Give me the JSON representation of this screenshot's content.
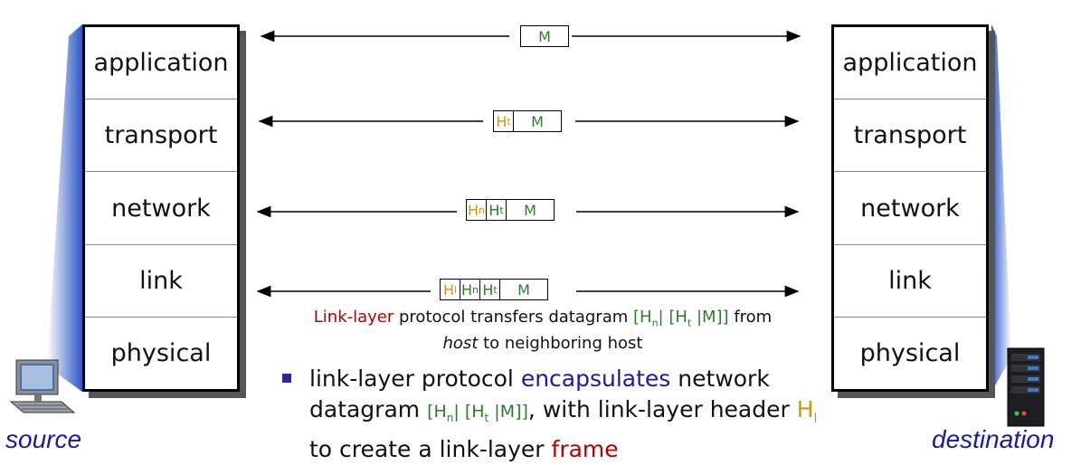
{
  "source_label": "source",
  "destination_label": "destination",
  "layers": [
    "application",
    "transport",
    "network",
    "link",
    "physical"
  ],
  "packets": {
    "application": {
      "payload": "M"
    },
    "transport": {
      "ht": "H",
      "ht_sub": "t",
      "payload": "M"
    },
    "network": {
      "hn": "H",
      "hn_sub": "n",
      "ht": "H",
      "ht_sub": "t",
      "payload": "M"
    },
    "link": {
      "hl": "H",
      "hl_sub": "l",
      "hn": "H",
      "hn_sub": "n",
      "ht": "H",
      "ht_sub": "t",
      "payload": "M"
    }
  },
  "caption": {
    "link_layer": "Link-layer",
    "part1": " protocol transfers datagram ",
    "dgram_open": "[H",
    "dgram_n": "n",
    "dgram_mid": "| [H",
    "dgram_t": "t",
    "dgram_close": " |M]]",
    "part2": " from",
    "host": "host",
    "part3": " to neighboring host"
  },
  "bullet": {
    "part1": "link-layer protocol ",
    "encapsulates": "encapsulates",
    "part2": " network datagram ",
    "dgram_open": "[H",
    "dgram_n": "n",
    "dgram_mid": "| [H",
    "dgram_t": "t",
    "dgram_close": " |M]]",
    "part3": ", with link-layer header ",
    "hl": "H",
    "hl_sub": "l",
    "part4": "  to create a link-layer ",
    "frame": "frame"
  }
}
